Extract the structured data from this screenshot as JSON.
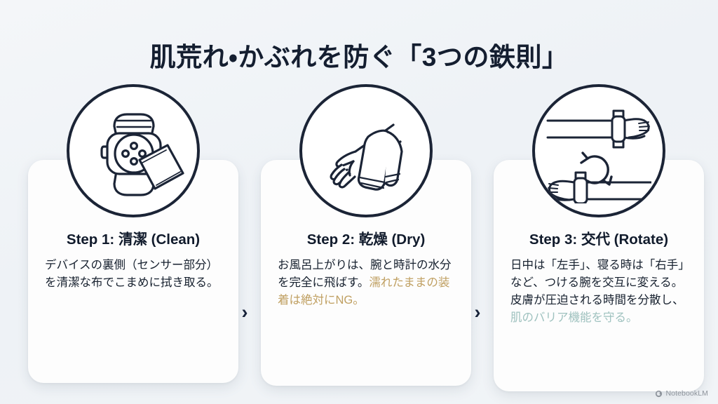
{
  "title": "肌荒れ・かぶれを防ぐ「3つの鉄則」",
  "theme": {
    "background": "#f1f4f7",
    "card_background": "#fdfdfd",
    "ink": "#16202f",
    "outline": "#1b2436",
    "highlight_gold": "#c0a062",
    "highlight_teal": "#9fc2bf",
    "watermark_gray": "#8e949c"
  },
  "steps": [
    {
      "icon_name": "smartwatch-back-wipe-icon",
      "heading": "Step 1: 清潔 (Clean)",
      "body_plain": "デバイスの裏側（センサー部分）を清潔な布でこまめに拭き取る。",
      "body_segments": [
        {
          "text": "デバイスの裏側（センサー部分）を清潔な布でこまめに拭き取る。",
          "style": "plain"
        }
      ]
    },
    {
      "icon_name": "arm-towel-dry-icon",
      "heading": "Step 2: 乾燥 (Dry)",
      "body_plain": "お風呂上がりは、腕と時計の水分を完全に飛ばす。濡れたままの装着は絶対にNG。",
      "body_segments": [
        {
          "text": "お風呂上がりは、腕と時計の水分を完全に飛ばす。",
          "style": "plain"
        },
        {
          "text": "濡れたままの装着は絶対にNG。",
          "style": "gold"
        }
      ]
    },
    {
      "icon_name": "two-wrists-rotate-icon",
      "heading": "Step 3: 交代 (Rotate)",
      "body_plain": "日中は「左手」、寝る時は「右手」など、つける腕を交互に変える。皮膚が圧迫される時間を分散し、肌のバリア機能を守る。",
      "body_segments": [
        {
          "text": "日中は「左手」、寝る時は「右手」など、つける腕を交互に変える。皮膚が圧迫される時間を分散し、",
          "style": "plain"
        },
        {
          "text": "肌のバリア機能を守る。",
          "style": "teal"
        }
      ]
    }
  ],
  "separators": [
    {
      "glyph": "›",
      "name": "chevron-right-icon"
    },
    {
      "glyph": "›",
      "name": "chevron-right-icon"
    }
  ],
  "watermark": {
    "icon_name": "notebooklm-logo-icon",
    "label": "NotebookLM"
  }
}
